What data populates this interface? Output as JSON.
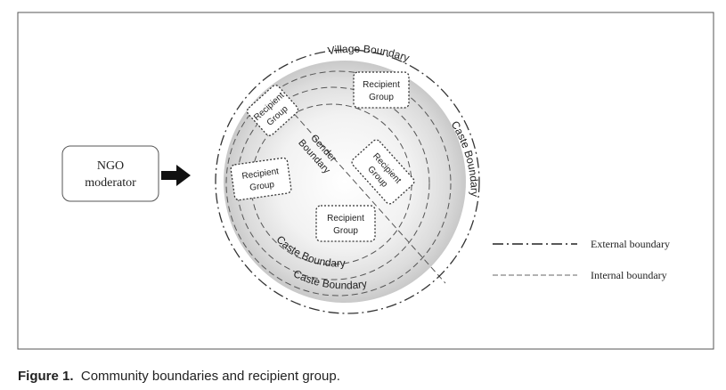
{
  "moderator": {
    "line1": "NGO",
    "line2": "moderator"
  },
  "boundaries": {
    "village": "Village Boundary",
    "caste_right": "Caste Boundary",
    "caste_inner_bottom": "Caste Boundary",
    "caste_outer_bottom": "Caste Boundary",
    "gender_line1": "Gender",
    "gender_line2": "Boundary"
  },
  "recipient_groups": [
    {
      "line1": "Recipient",
      "line2": "Group"
    },
    {
      "line1": "Recipient",
      "line2": "Group"
    },
    {
      "line1": "Recipient",
      "line2": "Group"
    },
    {
      "line1": "Recipient",
      "line2": "Group"
    },
    {
      "line1": "Recipient",
      "line2": "Group"
    }
  ],
  "legend": {
    "external": "External boundary",
    "internal": "Internal boundary"
  },
  "caption": {
    "label": "Figure 1.",
    "text": "Community boundaries and recipient group."
  }
}
